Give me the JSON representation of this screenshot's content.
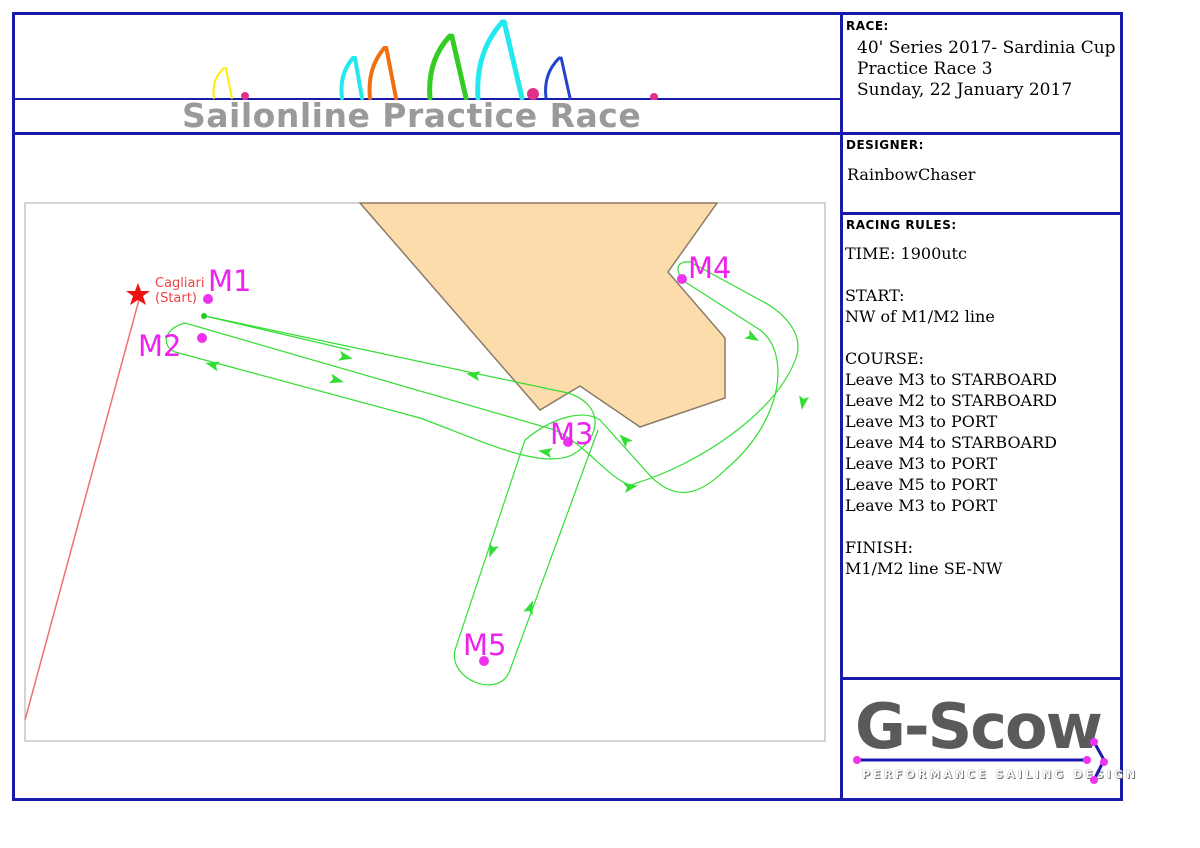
{
  "header": {
    "logo_title": "Sailonline Practice Race",
    "sail_colors": [
      "#ffee00",
      "#22e8f0",
      "#f07010",
      "#33cc22",
      "#22e8f0",
      "#2244cc"
    ],
    "dot_color": "#e0308c"
  },
  "race": {
    "heading": "RACE:",
    "line1": "40' Series 2017- Sardinia Cup",
    "line2": "Practice Race 3",
    "line3": "Sunday, 22 January 2017"
  },
  "designer": {
    "heading": "DESIGNER:",
    "name": "RainbowChaser"
  },
  "rules": {
    "heading": "RACING RULES:",
    "time": "TIME: 1900utc",
    "start_heading": "START:",
    "start_text": "NW of M1/M2 line",
    "course_heading": "COURSE:",
    "course": [
      "Leave M3 to STARBOARD",
      "Leave M2 to STARBOARD",
      "Leave M3 to PORT",
      "Leave M4 to STARBOARD",
      "Leave M3 to PORT",
      "Leave M5 to PORT",
      "Leave M3 to PORT"
    ],
    "finish_heading": "FINISH:",
    "finish_text": "M1/M2 line SE-NW"
  },
  "sponsor": {
    "name": "G-Scow",
    "tagline": "PERFORMANCE SAILING DESIGN"
  },
  "map": {
    "start_city": "Cagliari",
    "start_label": "(Start)",
    "marks": [
      {
        "id": "m1",
        "label": "M1"
      },
      {
        "id": "m2",
        "label": "M2"
      },
      {
        "id": "m3",
        "label": "M3"
      },
      {
        "id": "m4",
        "label": "M4"
      },
      {
        "id": "m5",
        "label": "M5"
      }
    ],
    "colors": {
      "land": "#fbdcaa",
      "coast": "#8a7a6a",
      "route": "#33dd33",
      "mark": "#ee33ee",
      "mark_label": "#ee22ee",
      "start": "#ee1111",
      "frame": "#1a1aaa"
    }
  }
}
